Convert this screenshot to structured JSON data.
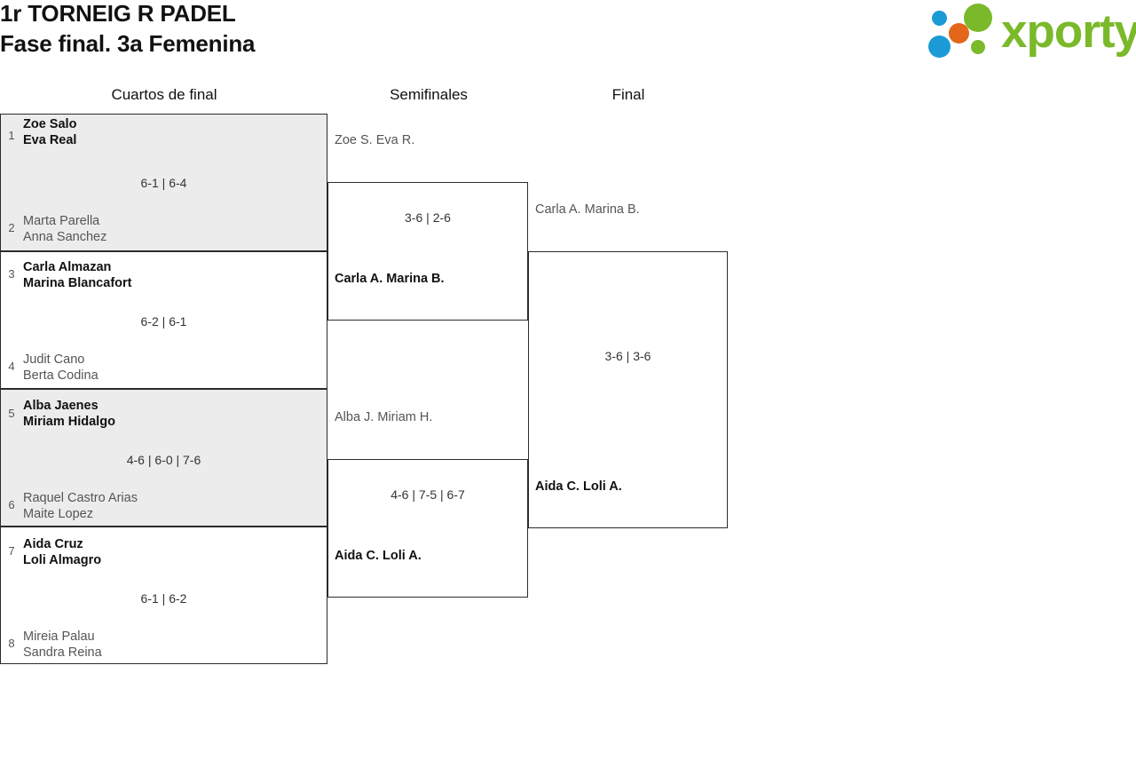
{
  "header": {
    "title_line_1": "1r TORNEIG R PADEL",
    "title_line_2": "Fase final. 3a Femenina",
    "logo": {
      "wordmark": "xporty",
      "colors": {
        "green": "#7ab929",
        "blue": "#1b9ad6",
        "orange": "#e3661a"
      }
    }
  },
  "rounds": [
    {
      "key": "quarterfinals",
      "label": "Cuartos de final"
    },
    {
      "key": "semifinals",
      "label": "Semifinales"
    },
    {
      "key": "final",
      "label": "Final"
    }
  ],
  "quarterfinals": [
    {
      "score": "6-1 | 6-4",
      "top": {
        "seed": "1",
        "p1": "Zoe Salo",
        "p2": "Eva Real",
        "winner": true
      },
      "bottom": {
        "seed": "2",
        "p1": "Marta Parella",
        "p2": "Anna Sanchez",
        "winner": false
      }
    },
    {
      "score": "6-2 | 6-1",
      "top": {
        "seed": "3",
        "p1": "Carla Almazan",
        "p2": "Marina Blancafort",
        "winner": true
      },
      "bottom": {
        "seed": "4",
        "p1": "Judit Cano",
        "p2": "Berta Codina",
        "winner": false
      }
    },
    {
      "score": "4-6 | 6-0 | 7-6",
      "top": {
        "seed": "5",
        "p1": "Alba Jaenes",
        "p2": "Miriam Hidalgo",
        "winner": true
      },
      "bottom": {
        "seed": "6",
        "p1": "Raquel Castro Arias",
        "p2": "Maite Lopez",
        "winner": false
      }
    },
    {
      "score": "6-1 | 6-2",
      "top": {
        "seed": "7",
        "p1": "Aida Cruz",
        "p2": "Loli Almagro",
        "winner": true
      },
      "bottom": {
        "seed": "8",
        "p1": "Mireia Palau",
        "p2": "Sandra Reina",
        "winner": false
      }
    }
  ],
  "semifinals": [
    {
      "score": "3-6 | 2-6",
      "top": {
        "p1": "Zoe S.",
        "p2": "Eva R.",
        "winner": false
      },
      "bottom": {
        "p1": "Carla A.",
        "p2": "Marina B.",
        "winner": true
      }
    },
    {
      "score": "4-6 | 7-5 | 6-7",
      "top": {
        "p1": "Alba J.",
        "p2": "Miriam H.",
        "winner": false
      },
      "bottom": {
        "p1": "Aida C.",
        "p2": "Loli A.",
        "winner": true
      }
    }
  ],
  "final": {
    "score": "3-6 | 3-6",
    "top": {
      "p1": "Carla A.",
      "p2": "Marina B.",
      "winner": false
    },
    "bottom": {
      "p1": "Aida C.",
      "p2": "Loli A.",
      "winner": true
    }
  }
}
